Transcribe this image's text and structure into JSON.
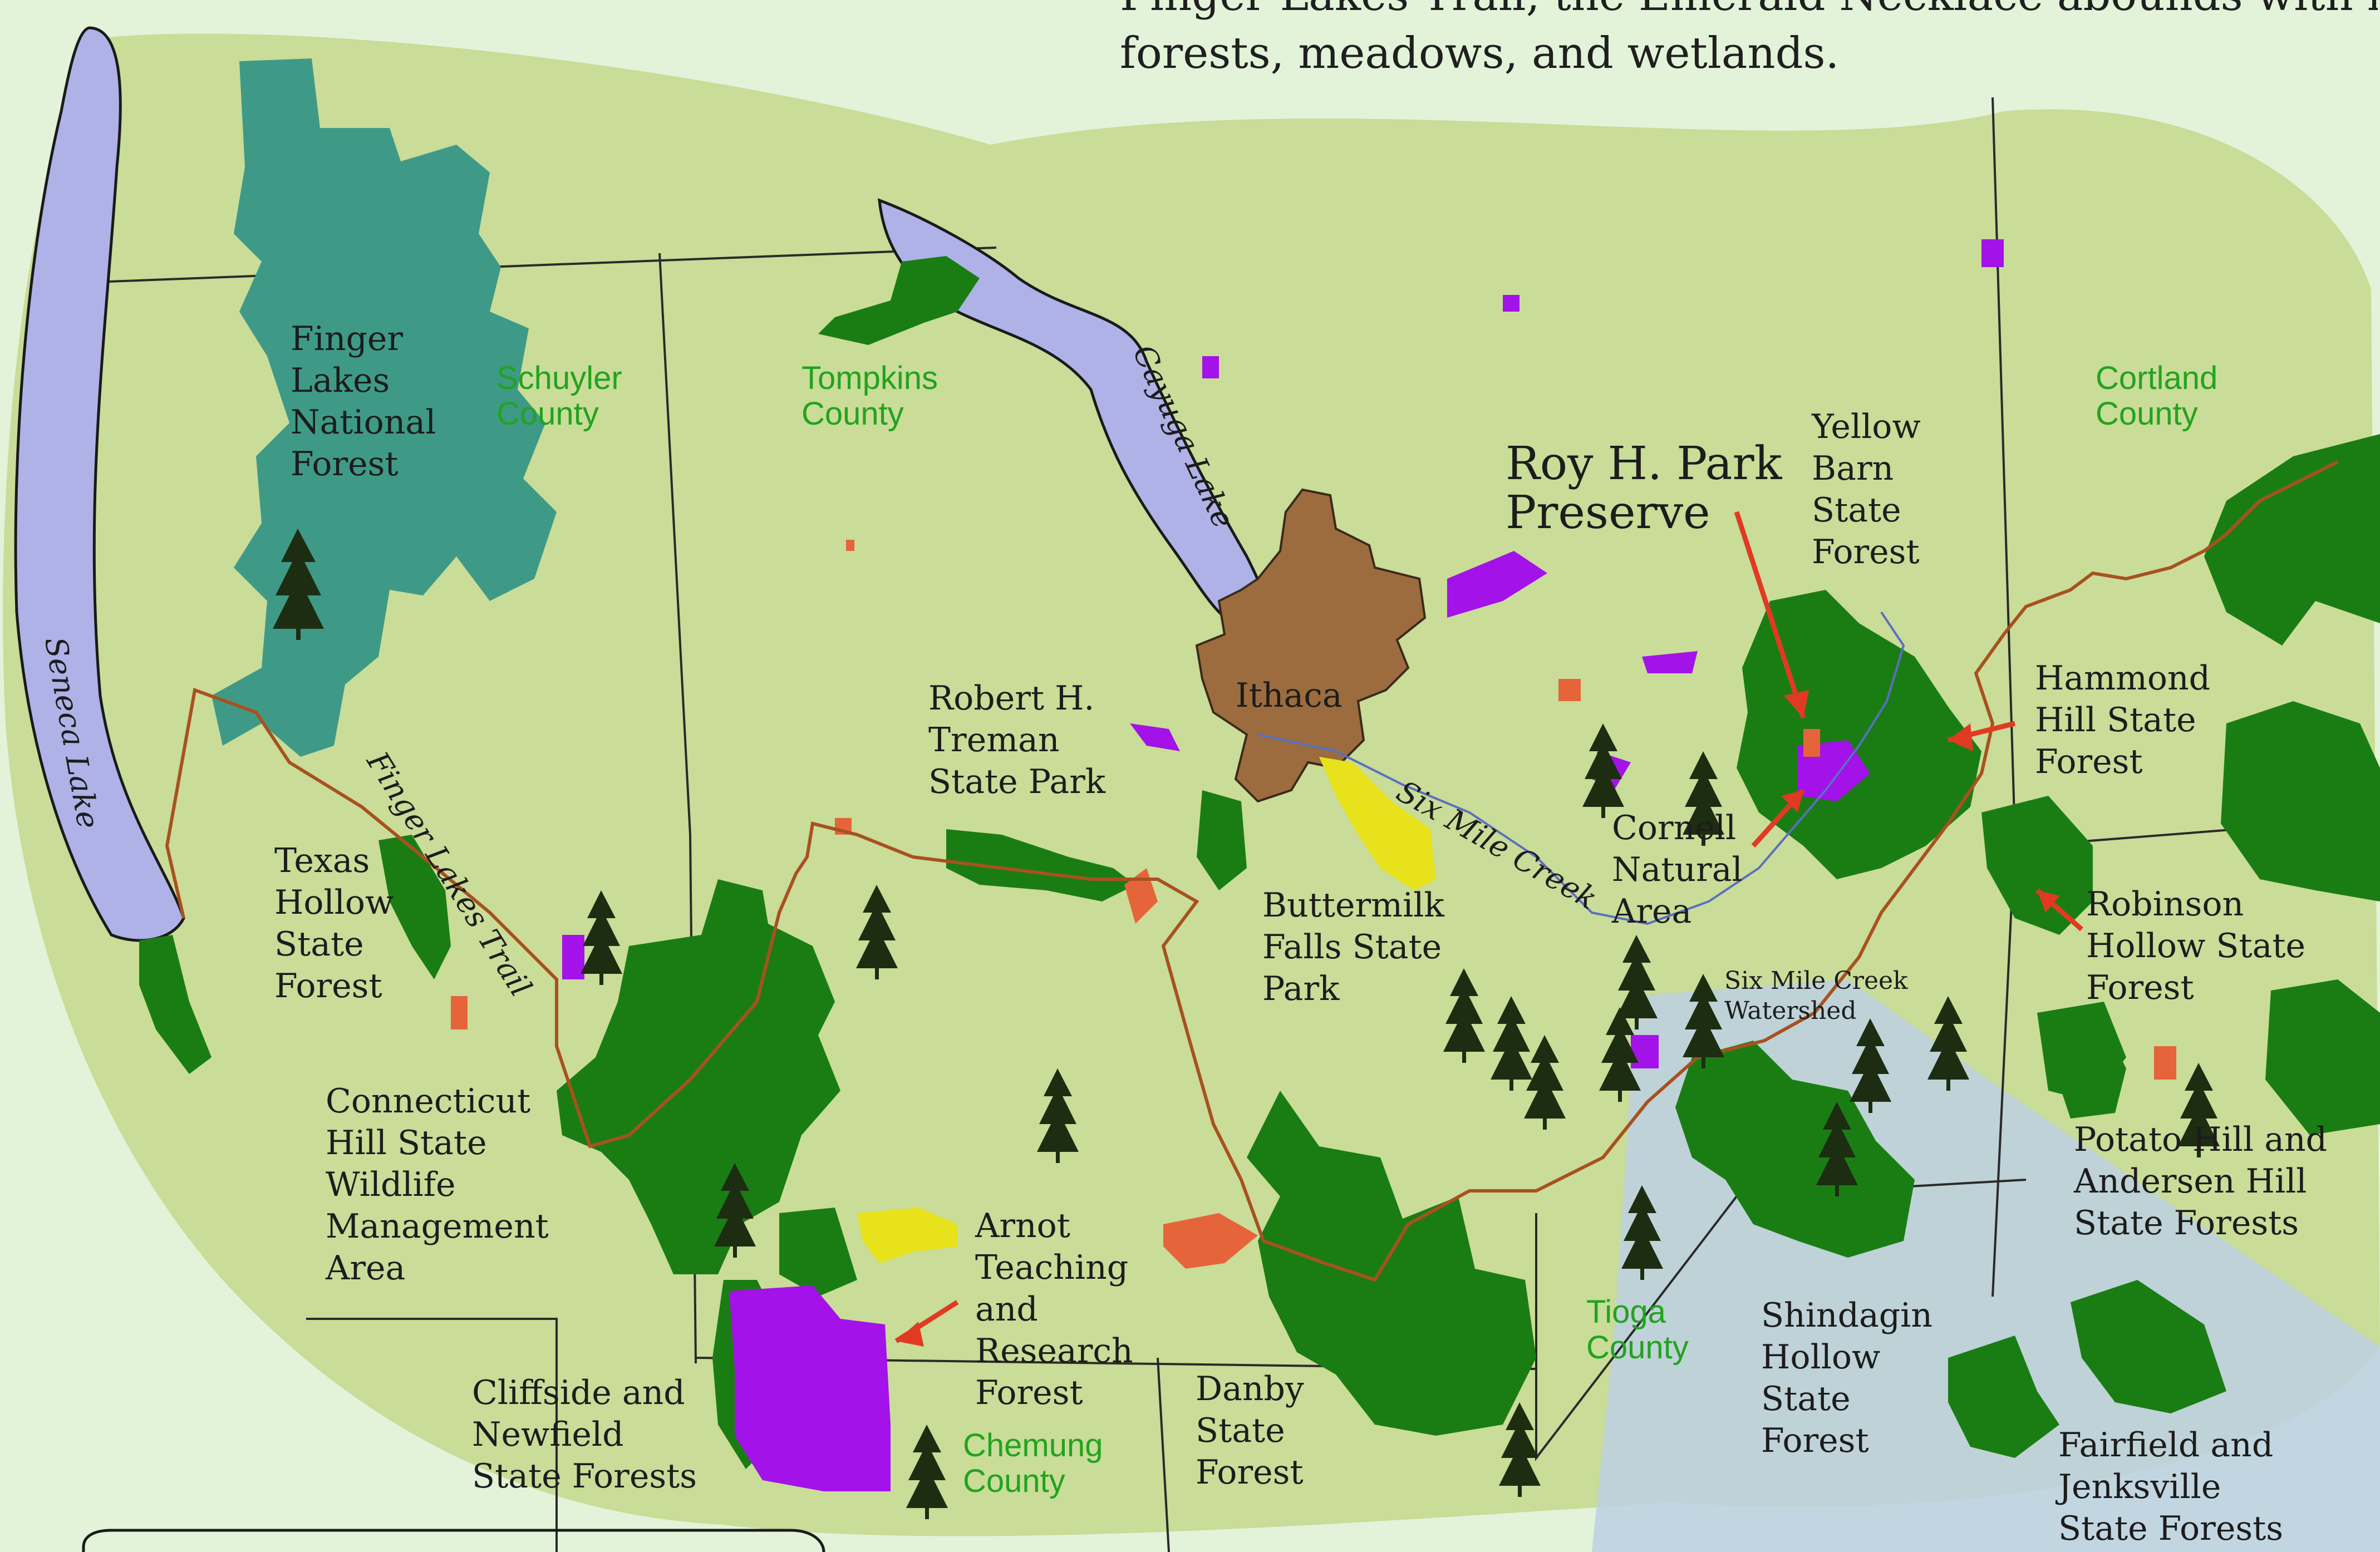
{
  "intro": {
    "line1": "Finger Lakes Trail, the Emerald Necklace abounds with recreation opp",
    "line2": "forests, meadows, and wetlands."
  },
  "colors": {
    "background": "#e2f3d9",
    "region": "#c9dc98",
    "lake": "#aeb2e6",
    "state_forest": "#1a7d14",
    "national_forest": "#3e9a86",
    "cornell_lands": "#a312e8",
    "preserve": "#e5643a",
    "park": "#e7e21b",
    "city": "#9c6c3e",
    "trail": "#a8511f",
    "watershed": "#bcd0e2",
    "county_label": "#22a31f",
    "arrow": "#e03a22"
  },
  "counties": {
    "schuyler": [
      "Schuyler",
      "County"
    ],
    "tompkins": [
      "Tompkins",
      "County"
    ],
    "cortland": [
      "Cortland",
      "County"
    ],
    "chemung": [
      "Chemung",
      "County"
    ],
    "tioga": [
      "Tioga",
      "County"
    ]
  },
  "water_features": {
    "seneca": "Seneca Lake",
    "cayuga": "Cayuga Lake",
    "six_mile_creek": "Six Mile Creek",
    "trail": "Finger Lakes Trail"
  },
  "places": {
    "finger_lakes_nf": [
      "Finger",
      "Lakes",
      "National",
      "Forest"
    ],
    "roy_park": [
      "Roy H. Park",
      "Preserve"
    ],
    "yellow_barn": [
      "Yellow",
      "Barn",
      "State",
      "Forest"
    ],
    "hammond_hill": [
      "Hammond",
      "Hill State",
      "Forest"
    ],
    "ithaca": "Ithaca",
    "treman": [
      "Robert H.",
      "Treman",
      "State Park"
    ],
    "cornell_natural": [
      "Cornell",
      "Natural",
      "Area"
    ],
    "robinson_hollow": [
      "Robinson",
      "Hollow State",
      "Forest"
    ],
    "texas_hollow": [
      "Texas",
      "Hollow",
      "State",
      "Forest"
    ],
    "buttermilk": [
      "Buttermilk",
      "Falls State",
      "Park"
    ],
    "watershed": [
      "Six Mile Creek",
      "Watershed"
    ],
    "connecticut_hill": [
      "Connecticut",
      "Hill State",
      "Wildlife",
      "Management",
      "Area"
    ],
    "arnot": [
      "Arnot",
      "Teaching",
      "and",
      "Research",
      "Forest"
    ],
    "potato_hill": [
      "Potato Hill and",
      "Andersen Hill",
      "State Forests"
    ],
    "shindagin": [
      "Shindagin",
      "Hollow",
      "State",
      "Forest"
    ],
    "cliffside": [
      "Cliffside and",
      "Newfield",
      "State  Forests"
    ],
    "danby": [
      "Danby",
      "State",
      "Forest"
    ],
    "fairfield": [
      "Fairfield and",
      "Jenksville",
      "State Forests"
    ]
  }
}
